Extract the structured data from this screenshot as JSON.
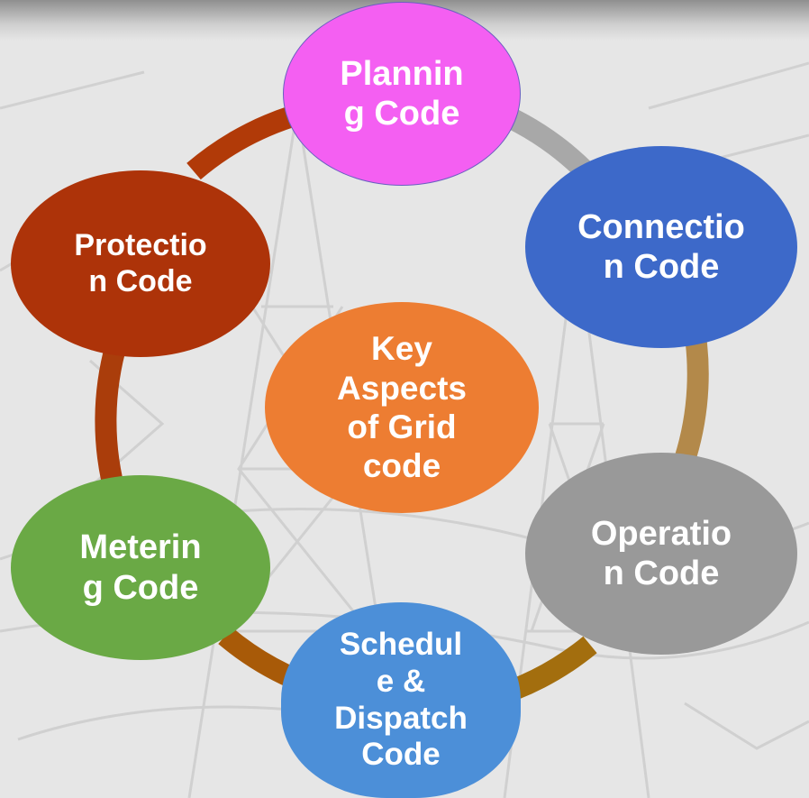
{
  "diagram": {
    "center": {
      "label": "Key\nAspects\nof Grid\ncode",
      "color": "#ED7D32"
    },
    "nodes": [
      {
        "id": "planning",
        "label": "Plannin\ng Code",
        "color": "#F45FF2"
      },
      {
        "id": "connection",
        "label": "Connectio\nn Code",
        "color": "#3D69C9"
      },
      {
        "id": "operation",
        "label": "Operatio\nn Code",
        "color": "#999999"
      },
      {
        "id": "schedule",
        "label": "Schedul\ne &\nDispatch\nCode",
        "color": "#4C8FD8"
      },
      {
        "id": "metering",
        "label": "Meterin\ng Code",
        "color": "#6AA945"
      },
      {
        "id": "protection",
        "label": "Protectio\nn Code",
        "color": "#AD3309"
      }
    ],
    "ring_arc_colors": [
      "#A8A8A8",
      "#B3894A",
      "#A36E0E",
      "#A85A08",
      "#AA3D0B",
      "#B13A08"
    ]
  }
}
